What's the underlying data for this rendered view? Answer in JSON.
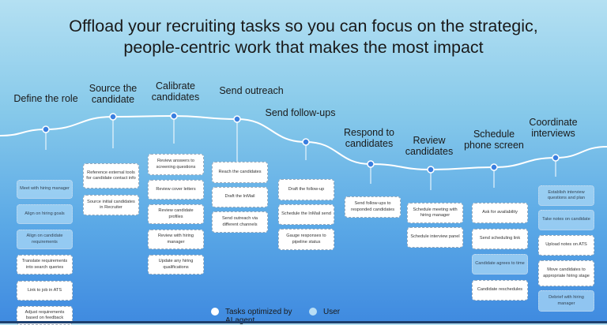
{
  "title_line1": "Offload your recruiting tasks so you can focus on the strategic,",
  "title_line2": "people-centric work that makes the most impact",
  "colors": {
    "ai_task": "#ffffff",
    "user_task": "#aad7f5",
    "dot": "#3a7fe0",
    "line": "#ffffff"
  },
  "stages": [
    {
      "title": "Define the role",
      "tasks": [
        {
          "text": "Meet with hiring manager",
          "type": "user"
        },
        {
          "text": "Align on hiring goals",
          "type": "user"
        },
        {
          "text": "Align on candidate requirements",
          "type": "user"
        },
        {
          "text": "Translate requirements into search queries",
          "type": "ai"
        },
        {
          "text": "Link to job in ATS",
          "type": "ai"
        },
        {
          "text": "Adjust requirements based on feedback",
          "type": "ai"
        }
      ]
    },
    {
      "title": "Source the candidate",
      "tasks": [
        {
          "text": "Reference external tools for candidate contact info",
          "type": "ai"
        },
        {
          "text": "Source initial candidates in Recruiter",
          "type": "ai"
        }
      ]
    },
    {
      "title": "Calibrate candidates",
      "tasks": [
        {
          "text": "Review answers to screening questions",
          "type": "ai"
        },
        {
          "text": "Review cover letters",
          "type": "ai"
        },
        {
          "text": "Review candidate profiles",
          "type": "ai"
        },
        {
          "text": "Review with hiring manager",
          "type": "ai"
        },
        {
          "text": "Update any hiring qualifications",
          "type": "ai"
        }
      ]
    },
    {
      "title": "Send outreach",
      "tasks": [
        {
          "text": "Reach the candidates",
          "type": "ai"
        },
        {
          "text": "Draft the InMail",
          "type": "ai"
        },
        {
          "text": "Send outreach via different channels",
          "type": "ai"
        }
      ]
    },
    {
      "title": "Send follow-ups",
      "tasks": [
        {
          "text": "Draft the follow-up",
          "type": "ai"
        },
        {
          "text": "Schedule the InMail send",
          "type": "ai"
        },
        {
          "text": "Gauge responses to pipeline status",
          "type": "ai"
        }
      ]
    },
    {
      "title": "Respond to candidates",
      "tasks": [
        {
          "text": "Send follow-ups to responded candidates",
          "type": "ai"
        }
      ]
    },
    {
      "title": "Review candidates",
      "tasks": [
        {
          "text": "Schedule meeting with hiring manager",
          "type": "ai"
        },
        {
          "text": "Schedule interview panel",
          "type": "ai"
        }
      ]
    },
    {
      "title": "Schedule phone screen",
      "tasks": [
        {
          "text": "Ask for availability",
          "type": "ai"
        },
        {
          "text": "Send scheduling link",
          "type": "ai"
        },
        {
          "text": "Candidate agrees to time",
          "type": "user"
        },
        {
          "text": "Candidate reschedules",
          "type": "ai"
        }
      ]
    },
    {
      "title": "Coordinate interviews",
      "tasks": [
        {
          "text": "Establish interview questions and plan",
          "type": "user"
        },
        {
          "text": "Take notes on candidate",
          "type": "user"
        },
        {
          "text": "Upload notes on ATS",
          "type": "ai"
        },
        {
          "text": "Move candidates to appropriate hiring stage",
          "type": "ai"
        },
        {
          "text": "Debrief with hiring manager",
          "type": "user"
        }
      ]
    }
  ],
  "legend": {
    "ai_label": "Tasks optimized by AI agent",
    "user_label": "User"
  }
}
